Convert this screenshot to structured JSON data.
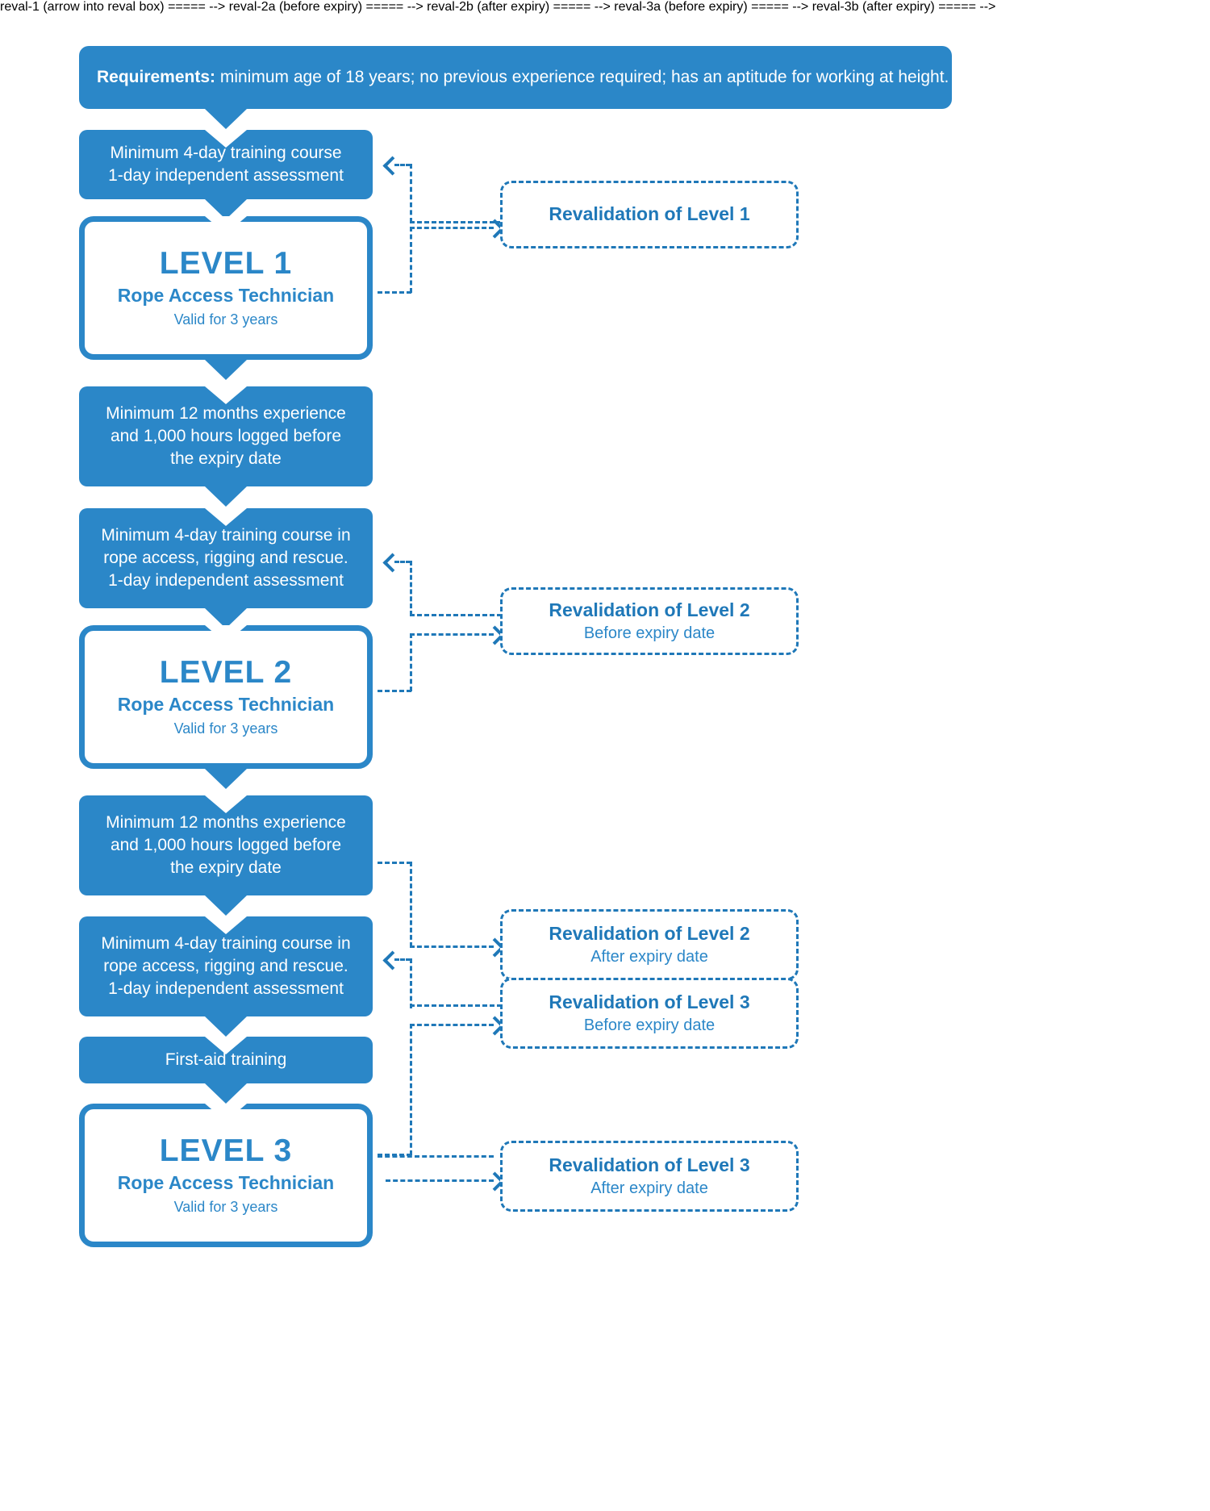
{
  "diagram": {
    "title": "IRATA Rope Access Technician certification levels flowchart",
    "colors": {
      "primary_blue": "#2b87c8",
      "dash_blue": "#1f78b8",
      "background": "#ffffff",
      "box_text": "#ffffff"
    },
    "banner": {
      "label_bold": "Requirements:",
      "label_rest": " minimum age of 18 years; no previous experience required; has an aptitude for working at height."
    },
    "steps": {
      "l1_training": "Minimum 4-day training course\n1-day independent assessment",
      "l1_experience": "Minimum 12 months experience\nand 1,000 hours logged before\nthe expiry date",
      "l2_training": "Minimum 4-day training course in\nrope access, rigging and rescue.\n1-day independent assessment",
      "l2_experience": "Minimum 12 months experience\nand 1,000 hours logged before\nthe expiry date",
      "l3_training": "Minimum 4-day training course in\nrope access, rigging and rescue.\n1-day independent assessment",
      "l3_firstaid": "First-aid training"
    },
    "levels": [
      {
        "id": "level-1",
        "level": "LEVEL 1",
        "role": "Rope Access Technician",
        "validity": "Valid for 3 years"
      },
      {
        "id": "level-2",
        "level": "LEVEL 2",
        "role": "Rope Access Technician",
        "validity": "Valid for 3 years"
      },
      {
        "id": "level-3",
        "level": "LEVEL 3",
        "role": "Rope Access Technician",
        "validity": "Valid for 3 years"
      }
    ],
    "revalidations": [
      {
        "id": "reval-1",
        "title": "Revalidation of Level 1",
        "subtitle": ""
      },
      {
        "id": "reval-2a",
        "title": "Revalidation of Level 2",
        "subtitle": "Before expiry date"
      },
      {
        "id": "reval-2b",
        "title": "Revalidation of Level 2",
        "subtitle": "After expiry date"
      },
      {
        "id": "reval-3a",
        "title": "Revalidation of Level 3",
        "subtitle": "Before expiry date"
      },
      {
        "id": "reval-3b",
        "title": "Revalidation of Level 3",
        "subtitle": "After expiry date"
      }
    ]
  }
}
